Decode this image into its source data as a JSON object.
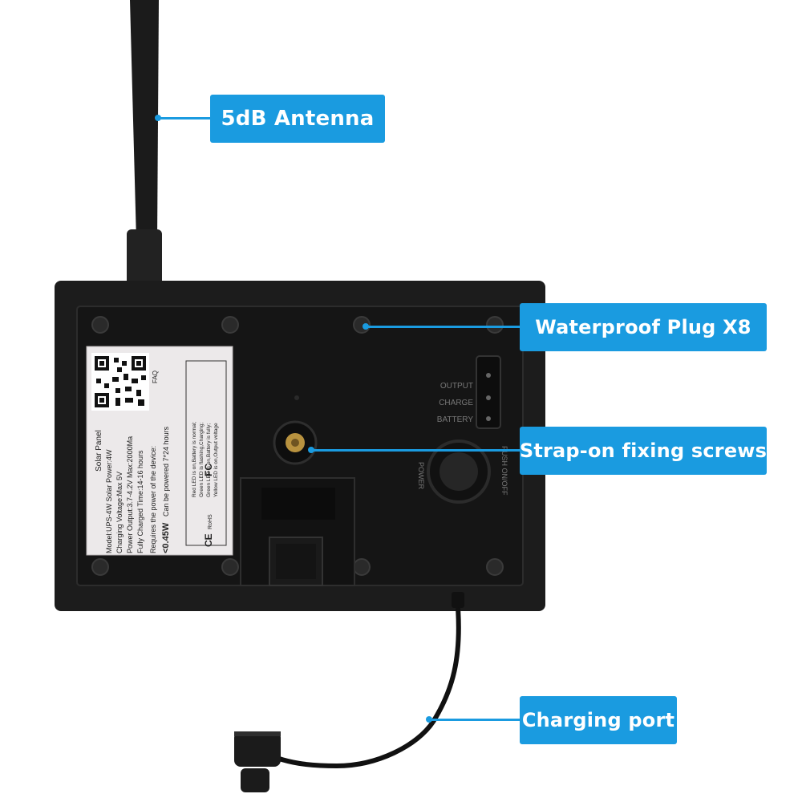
{
  "callouts": {
    "antenna": "5dB Antenna",
    "waterproof_plug": "Waterproof Plug X8",
    "strap_screws": "Strap-on fixing screws",
    "charging_port": "Charging port"
  },
  "device": {
    "leds": [
      "OUTPUT",
      "CHARGE",
      "BATTERY"
    ],
    "power_label": "POWER",
    "switch_label": "PUSH ON/OFF"
  },
  "label_sticker": {
    "faq": "FAQ",
    "title": "Solar Panel",
    "lines": [
      "Model:UPS-4W  Solar Power:4W",
      "Charging Voltage:Max 5V",
      "Power Output:3.7-4.2V  Max:2000Ma",
      "Fully Charged Time:14-16 hours"
    ],
    "requirement": "Requires the power of the device:",
    "power_note_value": "<0.45W",
    "power_note_text": "Can be powered 7*24 hours",
    "led_notes": [
      "Red LED is on,Battery is normal;",
      "Green LED is flashing,Charging;",
      "Green LED is on,Battery is fully;",
      "Yellow LED is on,Output voltage"
    ],
    "cert_fc": "FC",
    "cert_rohs": "RoHS",
    "cert_ce": "CE"
  },
  "colors": {
    "accent": "#1a9be0",
    "device_body": "#1c1c1c",
    "sticker": "#ece9ea"
  }
}
